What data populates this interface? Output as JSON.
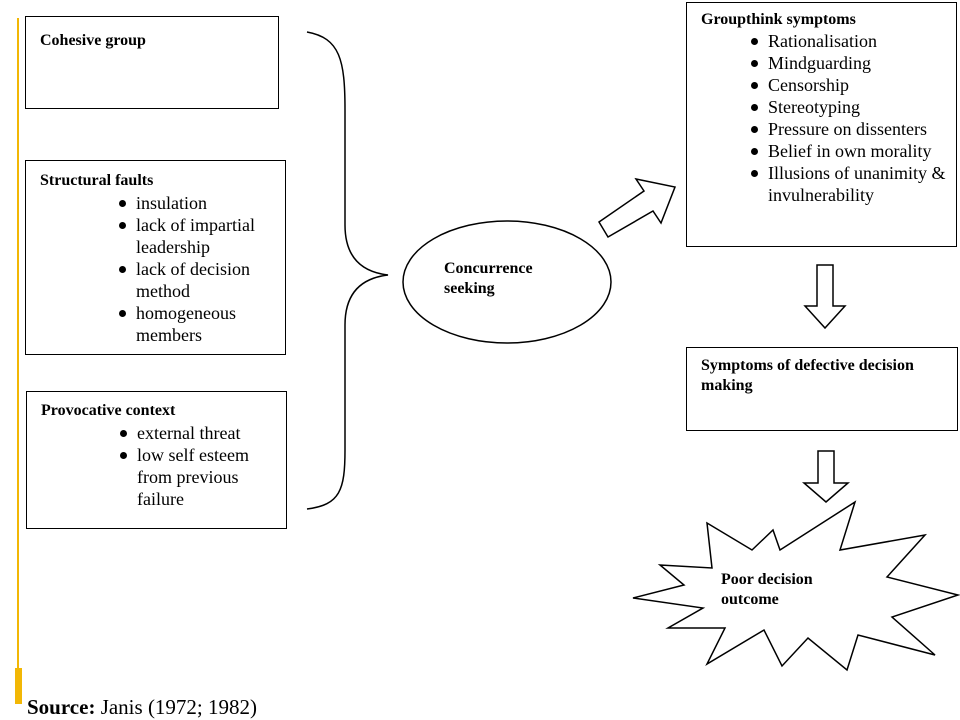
{
  "cohesive_group": {
    "title": "Cohesive group"
  },
  "structural_faults": {
    "title": "Structural faults",
    "items": [
      "insulation",
      "lack of impartial leadership",
      "lack of decision method",
      "homogeneous members"
    ]
  },
  "provocative_context": {
    "title": "Provocative context",
    "items": [
      "external threat",
      "low self esteem from previous failure"
    ]
  },
  "concurrence_seeking": {
    "label_line1": "Concurrence",
    "label_line2": "seeking"
  },
  "groupthink_symptoms": {
    "title": "Groupthink symptoms",
    "items": [
      "Rationalisation",
      "Mindguarding",
      "Censorship",
      "Stereotyping",
      "Pressure on dissenters",
      "Belief in own morality",
      "Illusions of unanimity & invulnerability"
    ]
  },
  "defective_decision": {
    "title": "Symptoms of defective decision making"
  },
  "poor_outcome": {
    "label_line1": "Poor decision",
    "label_line2": "outcome"
  },
  "source": {
    "label": "Source:",
    "text": " Janis (1972; 1982)"
  },
  "colors": {
    "accent": "#f2b705",
    "stroke": "#000000"
  }
}
